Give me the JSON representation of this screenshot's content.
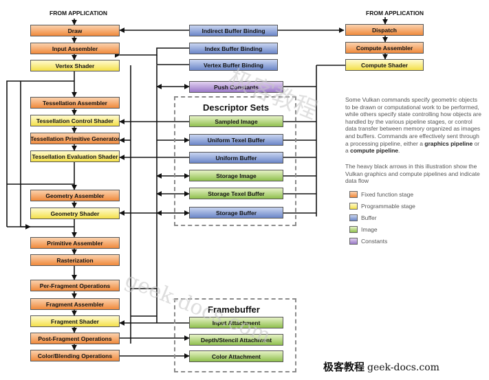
{
  "headers": {
    "left": "FROM APPLICATION",
    "right": "FROM APPLICATION"
  },
  "graphics_pipeline": {
    "draw": "Draw",
    "input_assembler": "Input Assembler",
    "vertex_shader": "Vertex Shader",
    "tess_assembler": "Tessellation Assembler",
    "tess_control": "Tessellation Control Shader",
    "tess_generator": "Tessellation Primitive Generator",
    "tess_eval": "Tessellation Evaluation Shader",
    "geometry_assembler": "Geometry Assembler",
    "geometry_shader": "Geometry Shader",
    "primitive_assembler": "Primitive Assembler",
    "rasterization": "Rasterization",
    "per_fragment": "Per-Fragment Operations",
    "fragment_assembler": "Fragment Assembler",
    "fragment_shader": "Fragment Shader",
    "post_fragment": "Post-Fragment Operations",
    "color_blending": "Color/Blending Operations"
  },
  "compute_pipeline": {
    "dispatch": "Dispatch",
    "compute_assembler": "Compute Assembler",
    "compute_shader": "Compute Shader"
  },
  "bindings": {
    "indirect": "Indirect Buffer Binding",
    "index": "Index Buffer Binding",
    "vertex": "Vertex Buffer Binding",
    "push_constants": "Push Constants"
  },
  "descriptor_sets": {
    "title": "Descriptor Sets",
    "sampled_image": "Sampled Image",
    "uniform_texel": "Uniform Texel Buffer",
    "uniform_buffer": "Uniform Buffer",
    "storage_image": "Storage Image",
    "storage_texel": "Storage Texel Buffer",
    "storage_buffer": "Storage Buffer"
  },
  "framebuffer": {
    "title": "Framebuffer",
    "input_attachment": "Input Attachment",
    "depth_stencil": "Depth/Stencil Attachment",
    "color_attachment": "Color Attachment"
  },
  "description": {
    "p1_a": "Some Vulkan commands specify geometric objects to be drawn or computational work to be performed, while others specify state controlling how objects are handled by the various pipeline stages, or control data transfer between memory organized as images and buffers. Commands are effectively sent through a processing pipeline, either a ",
    "p1_graphics": "graphics pipeline",
    "p1_or": " or a ",
    "p1_compute": "compute pipeline",
    "p1_end": ".",
    "p2": "The heavy black arrows in this illustration show the Vulkan graphics and compute pipelines and indicate data flow"
  },
  "legend": {
    "fixed": "Fixed function stage",
    "programmable": "Programmable stage",
    "buffer": "Buffer",
    "image": "Image",
    "constants": "Constants"
  },
  "colors": {
    "fixed": "#f08a3c",
    "programmable": "#f4e04a",
    "buffer": "#6b86c8",
    "image": "#90c04e",
    "constants": "#9a78c8"
  },
  "watermarks": {
    "cn": "极客教程",
    "en": "geek-docs.com"
  },
  "brand": {
    "cn": "极客教程",
    "domain": "geek-docs.com"
  }
}
